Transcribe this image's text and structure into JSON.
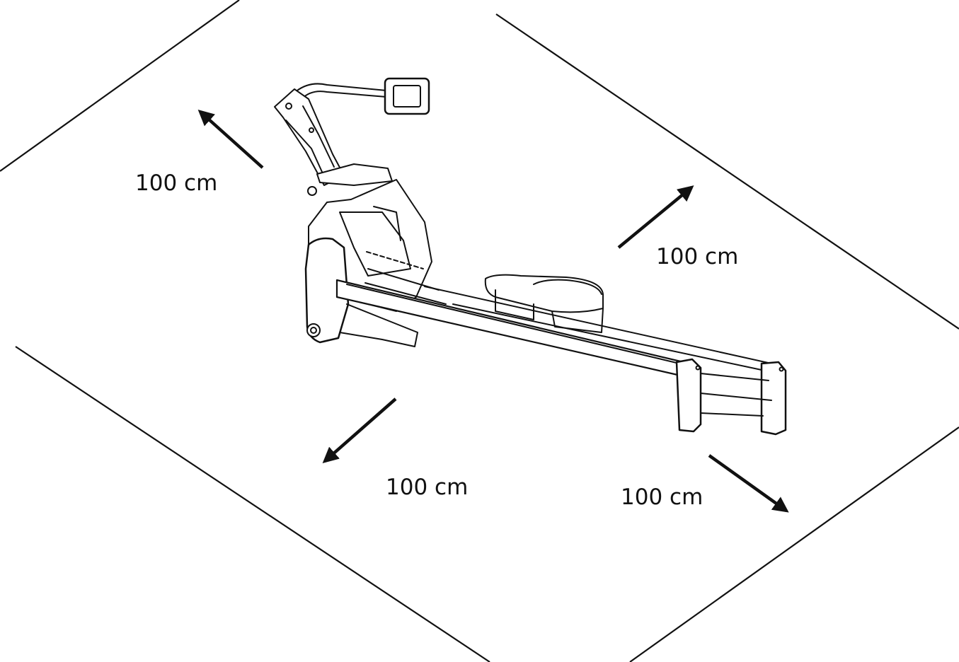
{
  "clearance_labels": {
    "back": "100 cm",
    "left_side": "100 cm",
    "right_side": "100 cm",
    "front": "100 cm"
  },
  "colors": {
    "line": "#111111",
    "background": "#ffffff"
  },
  "icons": {
    "machine": "rowing-machine-icon",
    "arrow": "direction-arrow-icon"
  }
}
